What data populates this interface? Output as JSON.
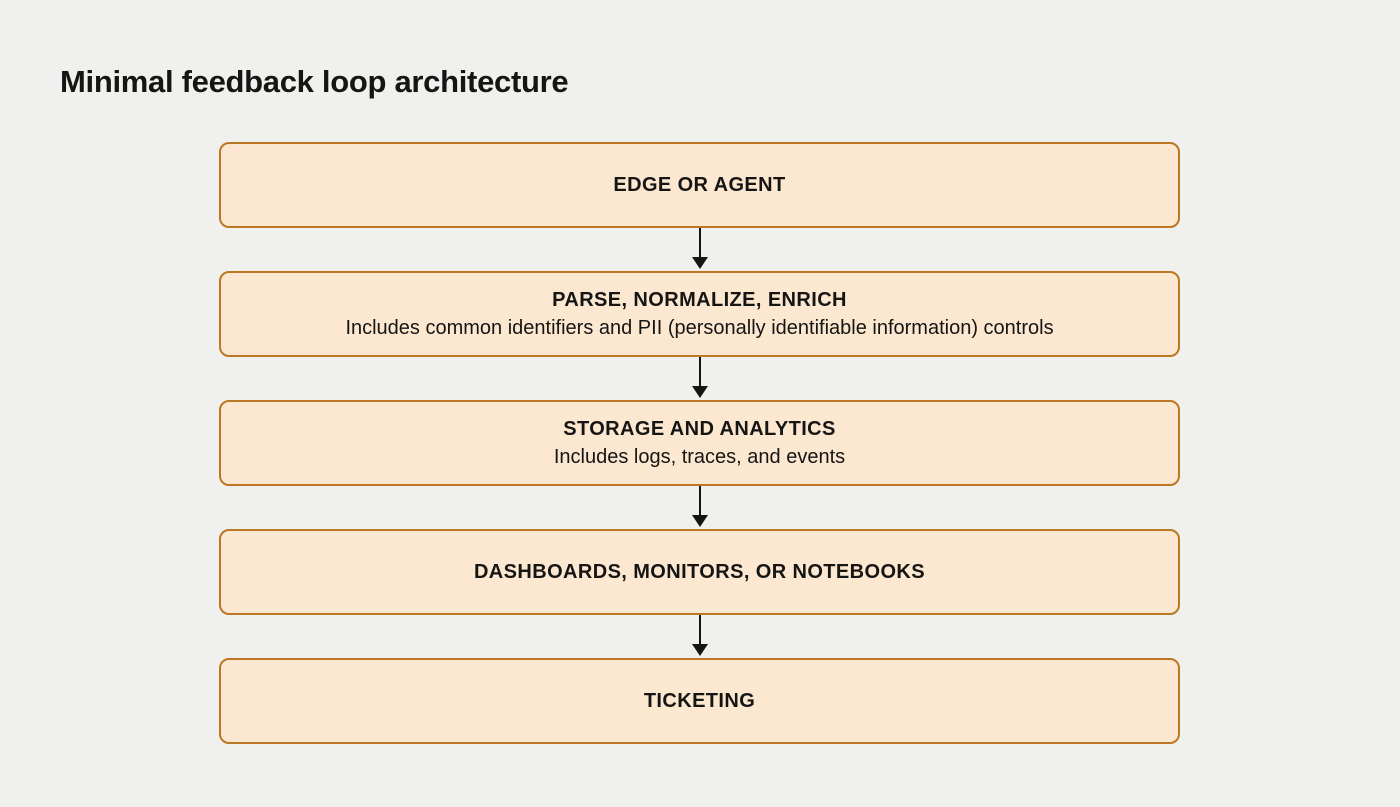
{
  "title": "Minimal feedback loop architecture",
  "colors": {
    "background": "#f0f0ee",
    "node_fill": "#fce8d0",
    "node_border": "#bc7722",
    "text": "#151514",
    "arrow": "#151514"
  },
  "flow": {
    "direction": "top-to-bottom",
    "nodes": [
      {
        "title": "EDGE OR AGENT",
        "subtitle": ""
      },
      {
        "title": "PARSE, NORMALIZE, ENRICH",
        "subtitle": "Includes common identifiers and PII (personally identifiable information) controls"
      },
      {
        "title": "STORAGE AND ANALYTICS",
        "subtitle": "Includes logs, traces, and events"
      },
      {
        "title": "DASHBOARDS, MONITORS, OR NOTEBOOKS",
        "subtitle": ""
      },
      {
        "title": "TICKETING",
        "subtitle": ""
      }
    ],
    "edges": [
      {
        "from": 0,
        "to": 1
      },
      {
        "from": 1,
        "to": 2
      },
      {
        "from": 2,
        "to": 3
      },
      {
        "from": 3,
        "to": 4
      }
    ]
  }
}
